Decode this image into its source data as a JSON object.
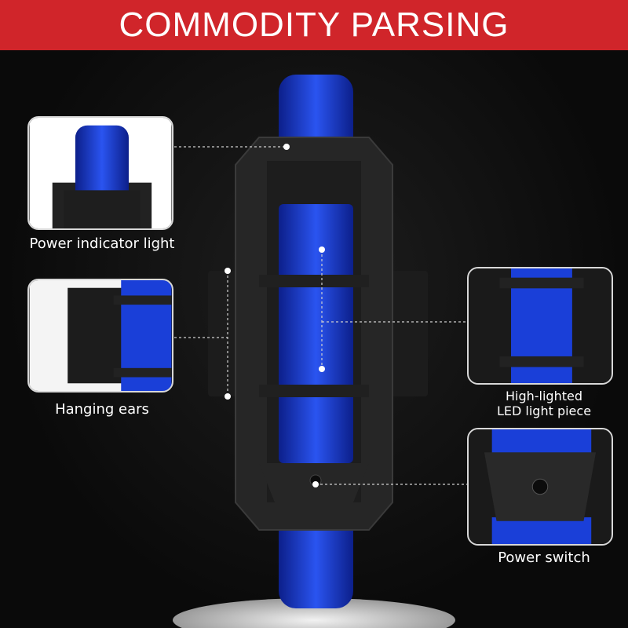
{
  "banner": {
    "title": "COMMODITY PARSING",
    "color": "#d0252a"
  },
  "callouts": [
    {
      "label": "Power indicator light"
    },
    {
      "label": "Hanging ears"
    },
    {
      "label_line1": "High-lighted",
      "label_line2": "LED light piece"
    },
    {
      "label": "Power switch"
    }
  ],
  "colors": {
    "led_blue": "#1a3fd8",
    "housing": "#2a2a2a"
  }
}
